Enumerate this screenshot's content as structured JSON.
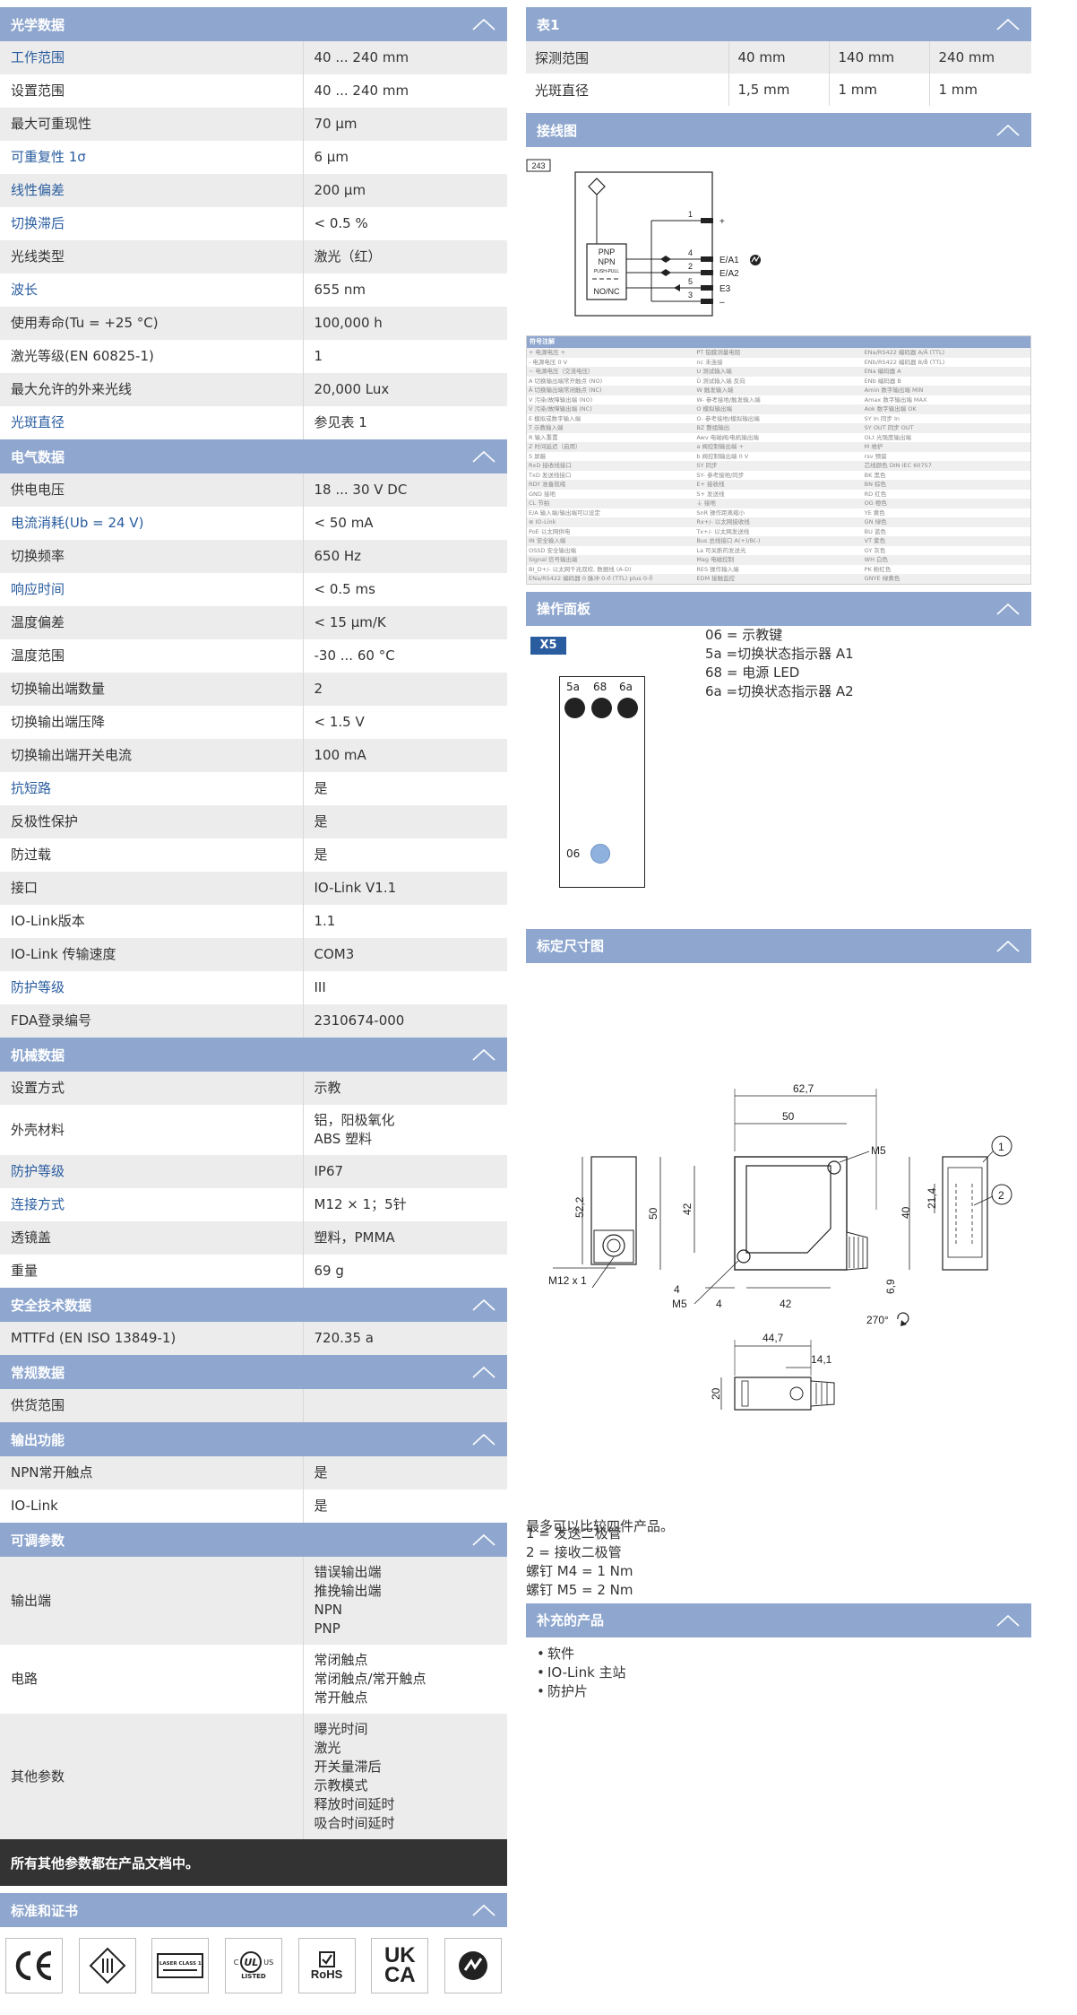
{
  "left": {
    "optical": {
      "title": "光学数据",
      "rows": [
        {
          "k": "工作范围",
          "v": "40 ... 240 mm",
          "link": true
        },
        {
          "k": "设置范围",
          "v": "40 ... 240 mm",
          "link": false
        },
        {
          "k": "最大可重现性",
          "v": "70 µm",
          "link": false
        },
        {
          "k": "可重复性 1σ",
          "v": "6 µm",
          "link": true
        },
        {
          "k": "线性偏差",
          "v": "200 µm",
          "link": true
        },
        {
          "k": "切换滞后",
          "v": "< 0.5 %",
          "link": true
        },
        {
          "k": "光线类型",
          "v": "激光（红）",
          "link": false
        },
        {
          "k": "波长",
          "v": "655 nm",
          "link": true
        },
        {
          "k": "使用寿命(Tu = +25 °C)",
          "v": "100,000 h",
          "link": false
        },
        {
          "k": "激光等级(EN 60825-1)",
          "v": "1",
          "link": false
        },
        {
          "k": "最大允许的外来光线",
          "v": "20,000 Lux",
          "link": false
        },
        {
          "k": "光斑直径",
          "v": "参见表 1",
          "link": true
        }
      ]
    },
    "electrical": {
      "title": "电气数据",
      "rows": [
        {
          "k": "供电电压",
          "v": "18 ... 30 V DC",
          "link": false
        },
        {
          "k": "电流消耗(Ub = 24 V)",
          "v": "< 50 mA",
          "link": true
        },
        {
          "k": "切换频率",
          "v": "650 Hz",
          "link": false
        },
        {
          "k": "响应时间",
          "v": "< 0.5 ms",
          "link": true
        },
        {
          "k": "温度偏差",
          "v": "< 15 µm/K",
          "link": false
        },
        {
          "k": "温度范围",
          "v": "-30 ... 60 °C",
          "link": false
        },
        {
          "k": "切换输出端数量",
          "v": "2",
          "link": false
        },
        {
          "k": "切换输出端压降",
          "v": "< 1.5 V",
          "link": false
        },
        {
          "k": "切换输出端开关电流",
          "v": "100 mA",
          "link": false
        },
        {
          "k": "抗短路",
          "v": "是",
          "link": true
        },
        {
          "k": "反极性保护",
          "v": "是",
          "link": false
        },
        {
          "k": "防过载",
          "v": "是",
          "link": false
        },
        {
          "k": "接口",
          "v": "IO-Link V1.1",
          "link": false
        },
        {
          "k": "IO-Link版本",
          "v": "1.1",
          "link": false
        },
        {
          "k": "IO-Link 传输速度",
          "v": "COM3",
          "link": false
        },
        {
          "k": "防护等级",
          "v": "III",
          "link": true
        },
        {
          "k": "FDA登录编号",
          "v": "2310674-000",
          "link": false
        }
      ]
    },
    "mechanical": {
      "title": "机械数据",
      "rows": [
        {
          "k": "设置方式",
          "v": "示教",
          "link": false
        },
        {
          "k": "外壳材料",
          "v": "铝，阳极氧化\nABS 塑料",
          "link": false
        },
        {
          "k": "防护等级",
          "v": "IP67",
          "link": true
        },
        {
          "k": "连接方式",
          "v": "M12 × 1；5针",
          "link": true
        },
        {
          "k": "透镜盖",
          "v": "塑料，PMMA",
          "link": false
        },
        {
          "k": "重量",
          "v": "69 g",
          "link": false
        }
      ]
    },
    "safety": {
      "title": "安全技术数据",
      "rows": [
        {
          "k": "MTTFd (EN ISO 13849-1)",
          "v": "720.35 a",
          "link": false
        }
      ]
    },
    "general": {
      "title": "常规数据",
      "rows": [
        {
          "k": "供货范围",
          "v": "",
          "link": false
        }
      ]
    },
    "outputs": {
      "title": "输出功能",
      "rows": [
        {
          "k": "NPN常开触点",
          "v": "是",
          "link": false
        },
        {
          "k": "IO-Link",
          "v": "是",
          "link": false
        }
      ]
    },
    "adjustable": {
      "title": "可调参数",
      "rows": [
        {
          "k": "输出端",
          "v": "错误输出端\n推挽输出端\nNPN\nPNP",
          "link": false
        },
        {
          "k": "电路",
          "v": "常闭触点\n常闭触点/常开触点\n常开触点",
          "link": false
        },
        {
          "k": "其他参数",
          "v": "曝光时间\n激光\n开关量滞后\n示教模式\n释放时间延时\n吸合时间延时",
          "link": false
        }
      ]
    },
    "notice": "所有其他参数都在产品文档中。",
    "certs": {
      "title": "标准和证书",
      "items": [
        "CE",
        "ECOLAB-like",
        "LASER CLASS 1",
        "cULus LISTED",
        "RoHS",
        "UKCA",
        "IO-Link"
      ],
      "laser_text": "LASER CLASS 1",
      "ul_c": "C",
      "ul_us": "US",
      "ul_listed": "LISTED",
      "rohs": "RoHS",
      "ukca_1": "UK",
      "ukca_2": "CA"
    }
  },
  "right": {
    "table1": {
      "title": "表1",
      "rows": [
        [
          "探测范围",
          "40 mm",
          "140 mm",
          "240 mm"
        ],
        [
          "光斑直径",
          "1,5 mm",
          "1 mm",
          "1 mm"
        ]
      ]
    },
    "wiring": {
      "title": "接线图",
      "badge": "243",
      "pnp": "PNP",
      "npn": "NPN",
      "pushpull": "PUSH-PULL",
      "nonc": "NO/NC",
      "pins": [
        "1",
        "4",
        "2",
        "5",
        "3"
      ],
      "pin_labels": [
        "+",
        "E/A1",
        "E/A2",
        "E3",
        "–"
      ]
    },
    "legend": {
      "title": "符号注解",
      "col1": [
        "+ 电源电压 +",
        "- 电源电压 0 V",
        "~ 电源电压（交流电压）",
        "A 切换输出端常开触点 (NO)",
        "Ā 切换输出端常闭触点 (NC)",
        "V 污染/故障输出端 (NO)",
        "V̄ 污染/故障输出端 (NC)",
        "E 模拟或数字输入端",
        "T 示教输入端",
        "R 输入重置",
        "Z 时间延迟（启用）",
        "S 屏蔽",
        "RxD 接收线接口",
        "TxD 发送线接口",
        "RDY 准备就绪",
        "GND 接地",
        "CL 节拍",
        "E/A 输入端/输出端可以设定",
        "⊛ IO-Link",
        "PoE 以太网供电",
        "IN 安全输入端",
        "OSSD 安全输出端",
        "Signal 信号输出端",
        "BI_D+/- 以太网千兆双绞, 数据线 (A-D)",
        "ENa/RS422 编码器 0 脉冲 0-0̄ (TTL) plus 0-0̄"
      ],
      "col2": [
        "PT 铂膜测量电阻",
        "nc 未连接",
        "U 测试输入端",
        "Ū 测试输入端 反向",
        "W 触发输入端",
        "W- 参考接地/触发输入端",
        "O 模拟输出端",
        "O- 参考接地/模拟输出端",
        "BZ 整组输出",
        "Awv 电磁阀/电机输出端",
        "a 阀控制输出端 +",
        "b 阀控制输出端 0 V",
        "SY 同步",
        "SY- 参考接地/同步",
        "E+ 接收线",
        "S+ 发送线",
        "⏚ 接地",
        "SnR 操作距离缩小",
        "Rx+/- 以太网接收线",
        "Tx+/- 以太网发送线",
        "Bus 总线接口 A(+)/B(-)",
        "La 可关断的发送光",
        "Mag 电磁控制",
        "RES 操作输入端",
        "EDM 接触监控"
      ],
      "col3": [
        "ENa/RS422 编码器 A/Ā (TTL)",
        "ENb/RS422 编码器 B/B̄ (TTL)",
        "ENa 编码器 A",
        "ENb 编码器 B",
        "Amin 数字输出端 MIN",
        "Amax 数字输出端 MAX",
        "Aok 数字输出端 OK",
        "SY In 同步 In",
        "SY OUT 同步 OUT",
        "OLt 光强度输出端",
        "M 维护",
        "rsv 预留",
        "芯线颜色 DIN IEC 60757",
        "BK 黑色",
        "BN 棕色",
        "RD 红色",
        "OG 橙色",
        "YE 黄色",
        "GN 绿色",
        "BU 蓝色",
        "VT 紫色",
        "GY 灰色",
        "WH 白色",
        "PK 粉红色",
        "GNYE 绿黄色"
      ]
    },
    "panel": {
      "title": "操作面板",
      "badge": "X5",
      "labels": [
        "06 = 示教键",
        "5a =切换状态指示器 A1",
        "68 = 电源 LED",
        "6a =切换状态指示器 A2"
      ],
      "led_labels": [
        "5a",
        "68",
        "6a"
      ],
      "button_label": "06"
    },
    "dims": {
      "title": "标定尺寸图",
      "labels": {
        "d62": "62,7",
        "d50": "50",
        "m5a": "M5",
        "d52": "52,2",
        "d50v": "50",
        "d42v": "42",
        "d4a": "4",
        "d4b": "4",
        "d42": "42",
        "m5b": "M5",
        "m12": "M12 x 1",
        "d69": "6,9",
        "rot": "270°",
        "d214": "21,4",
        "d40": "40",
        "c1": "1",
        "c2": "2",
        "d447": "44,7",
        "d141": "14,1",
        "d20": "20"
      },
      "compare_note": "最多可以比较四件产品。",
      "notes": [
        "1 = 发送二极管",
        "2 = 接收二极管",
        "螺钉 M4 = 1 Nm",
        "螺钉 M5 = 2 Nm"
      ]
    },
    "accessories": {
      "title": "补充的产品",
      "items": [
        "软件",
        "IO-Link 主站",
        "防护片"
      ]
    }
  },
  "colors": {
    "header": "#8fa7cf",
    "link": "#2a5d9f",
    "stripe": "#ececec",
    "dark": "#333333",
    "badge": "#2a5d9f"
  }
}
